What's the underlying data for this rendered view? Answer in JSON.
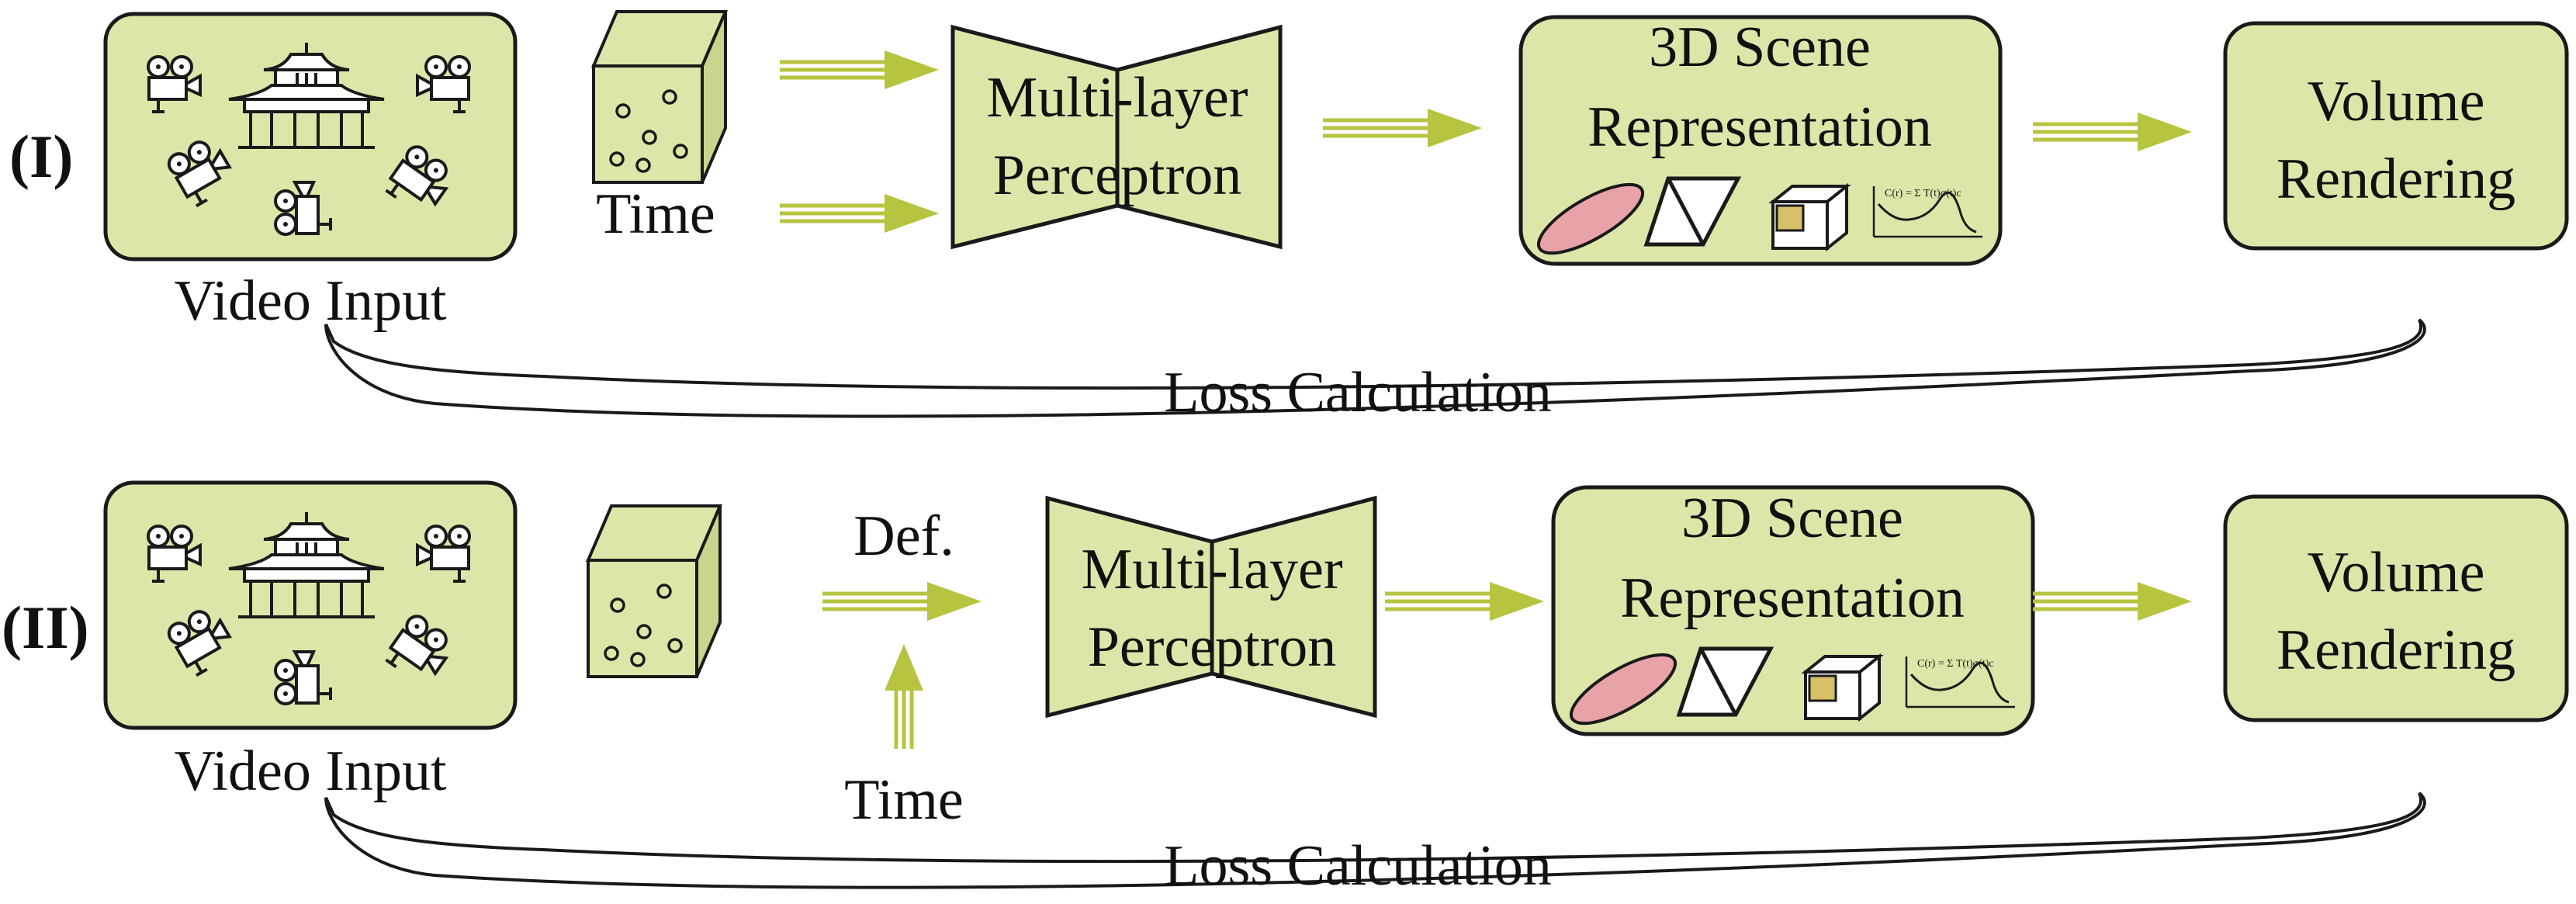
{
  "colors": {
    "box_fill": "#dde6a8",
    "stroke": "#1a1a1a",
    "arrow": "#b7c440",
    "ellipse_fill": "#e8a3a8",
    "cube_fill": "#d8c068"
  },
  "rows": [
    {
      "marker": "(I)",
      "video_caption": "Video Input",
      "time_label": "Time",
      "mlp": [
        "Multi-layer",
        "Perceptron"
      ],
      "scene": [
        "3D Scene",
        "Representation"
      ],
      "render": [
        "Volume",
        "Rendering"
      ],
      "loss_label": "Loss Calculation"
    },
    {
      "marker": "(II)",
      "video_caption": "Video Input",
      "def_label": "Def.",
      "time_label": "Time",
      "mlp": [
        "Multi-layer",
        "Perceptron"
      ],
      "scene": [
        "3D Scene",
        "Representation"
      ],
      "render": [
        "Volume",
        "Rendering"
      ],
      "loss_label": "Loss Calculation"
    }
  ],
  "icons": {
    "video": [
      "temple-icon",
      "camera-icon"
    ],
    "scene": [
      "gaussian-ellipse-icon",
      "triangle-mesh-icon",
      "voxel-cube-icon",
      "rendering-equation-plot-icon"
    ],
    "time_cube": "time-cube-icon"
  }
}
